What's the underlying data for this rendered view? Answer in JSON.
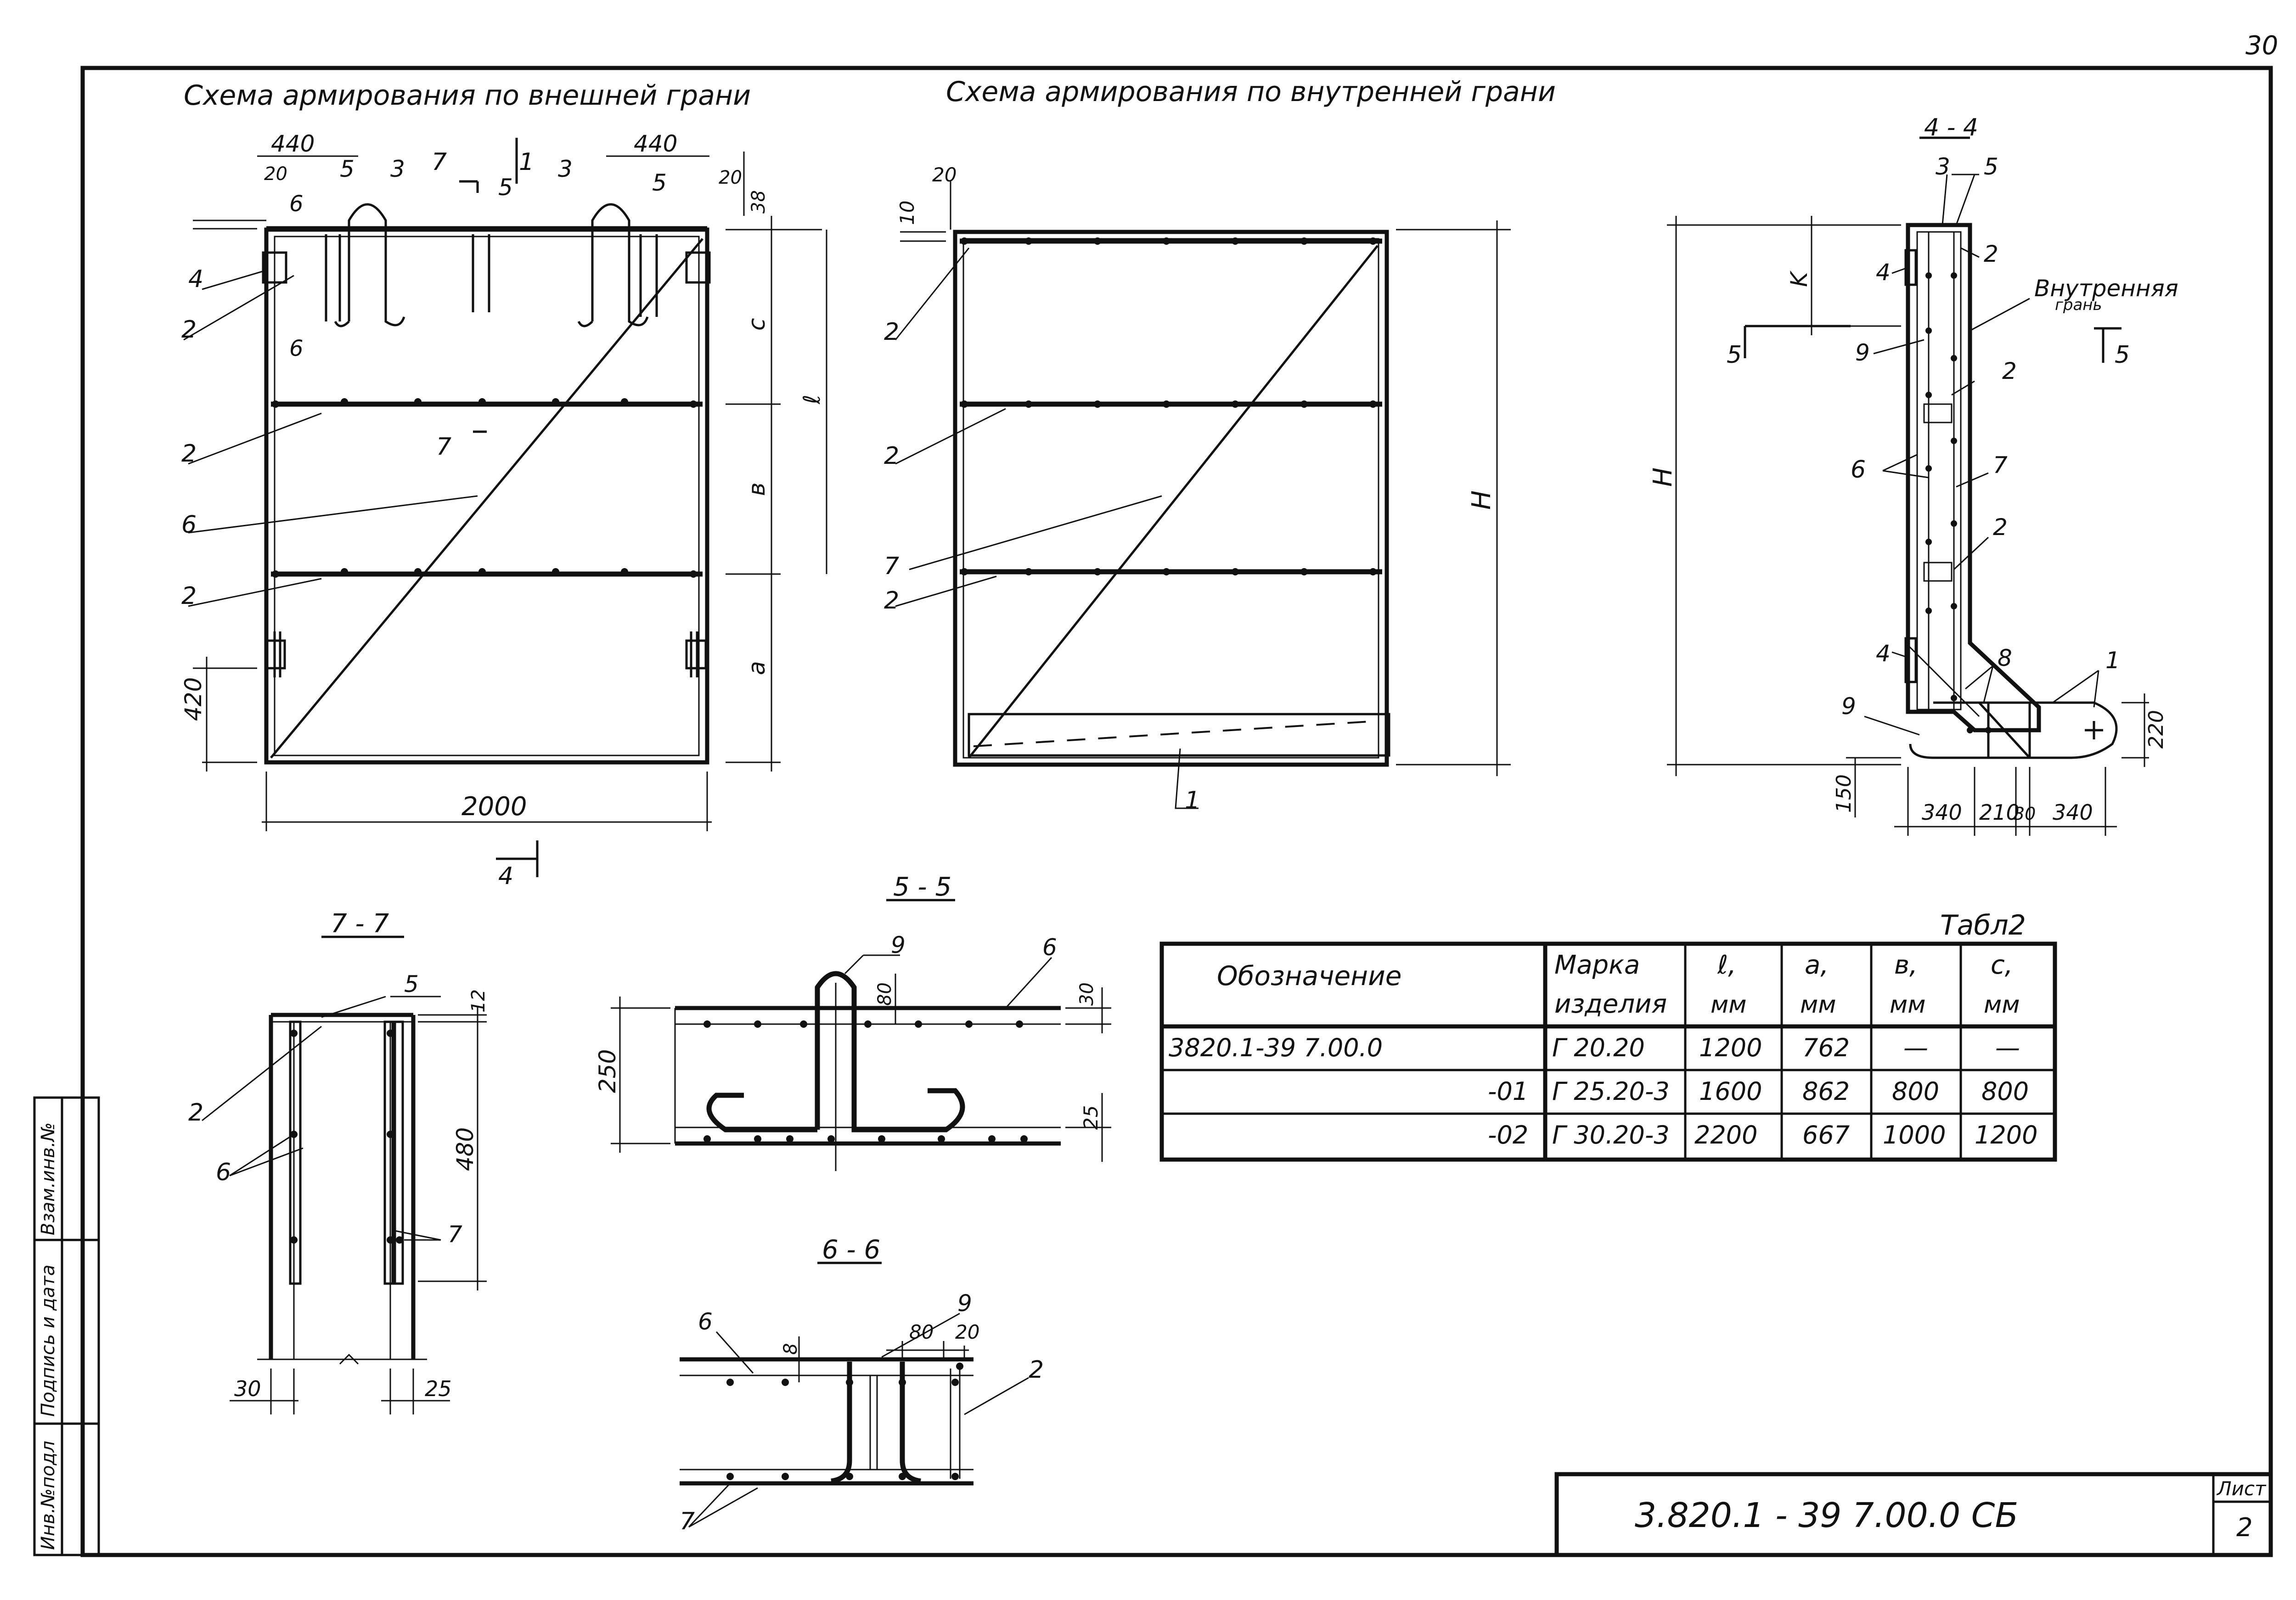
{
  "sheet": {
    "page_number": "30",
    "doc_code": "3.820.1 - 39   7.00.0 СБ",
    "list_label": "Лист",
    "list_number": "2"
  },
  "side_stamp": {
    "inv_podl": "Инв.№подл",
    "podpis_data": "Подпись и дата",
    "vzam_inv": "Взам.инв.№"
  },
  "titles": {
    "outer": "Схема армирования по внешней грани",
    "inner": "Схема армирования по внутренней грани"
  },
  "section_labels": {
    "s44": "4 - 4",
    "s55": "5 - 5",
    "s66": "6 - 6",
    "s77": "7 - 7"
  },
  "outer_view": {
    "dim_440_left": "440",
    "dim_440_right": "440",
    "dim_20_a": "20",
    "dim_20_b": "20",
    "dim_38": "38",
    "dim_420": "420",
    "dim_2000": "2000",
    "dim_c": "c",
    "dim_v": "в",
    "dim_a": "a",
    "dim_l": "ℓ",
    "cut_6_top": "6",
    "cut_6_bot": "6",
    "cut_7_top": "7",
    "cut_7_mid": "7",
    "cut_1": "1",
    "cut_4": "4",
    "pos_3a": "3",
    "pos_3b": "3",
    "pos_5a": "5",
    "pos_5b": "5",
    "pos_5c": "5",
    "pos_4": "4",
    "pos_2a": "2",
    "pos_2b": "2",
    "pos_6": "6",
    "pos_2c": "2"
  },
  "inner_view": {
    "dim_20": "20",
    "dim_10": "10",
    "dim_H": "H",
    "pos_2a": "2",
    "pos_2b": "2",
    "pos_7": "7",
    "pos_2c": "2",
    "pos_1": "1"
  },
  "section44": {
    "pos_3": "3",
    "pos_5": "5",
    "pos_2a": "2",
    "pos_4a": "4",
    "dim_K": "K",
    "inner_face": "Внутренняя",
    "inner_face2": "грань",
    "cut_5_left": "5",
    "cut_5_right": "5",
    "pos_9a": "9",
    "pos_2b": "2",
    "dim_H": "H",
    "pos_6": "6",
    "pos_7": "7",
    "pos_2c": "2",
    "pos_4b": "4",
    "pos_8": "8",
    "pos_1": "1",
    "pos_9b": "9",
    "dim_150": "150",
    "dim_220": "220",
    "dim_340a": "340",
    "dim_210": "210",
    "dim_30": "30",
    "dim_340b": "340"
  },
  "section77": {
    "pos_5": "5",
    "dim_12": "12",
    "pos_2": "2",
    "pos_6": "6",
    "dim_480": "480",
    "pos_7": "7",
    "dim_30": "30",
    "dim_25": "25"
  },
  "section55": {
    "pos_9": "9",
    "pos_6": "6",
    "dim_80": "80",
    "dim_30": "30",
    "dim_250": "250",
    "dim_25": "25"
  },
  "section66": {
    "pos_9": "9",
    "pos_6": "6",
    "dim_8": "8",
    "dim_80": "80",
    "dim_20": "20",
    "pos_2": "2",
    "pos_7": "7"
  },
  "table": {
    "caption": "Табл2",
    "headers": [
      [
        "Обозначение",
        ""
      ],
      [
        "Марка",
        "изделия"
      ],
      [
        "ℓ,",
        "мм"
      ],
      [
        "a,",
        "мм"
      ],
      [
        "в,",
        "мм"
      ],
      [
        "c,",
        "мм"
      ]
    ],
    "rows": [
      [
        "3820.1-39   7.00.0",
        "Г 20.20",
        "1200",
        "762",
        "—",
        "—"
      ],
      [
        "-01",
        "Г 25.20-3",
        "1600",
        "862",
        "800",
        "800"
      ],
      [
        "-02",
        "Г 30.20-3",
        "2200",
        "667",
        "1000",
        "1200"
      ]
    ]
  }
}
